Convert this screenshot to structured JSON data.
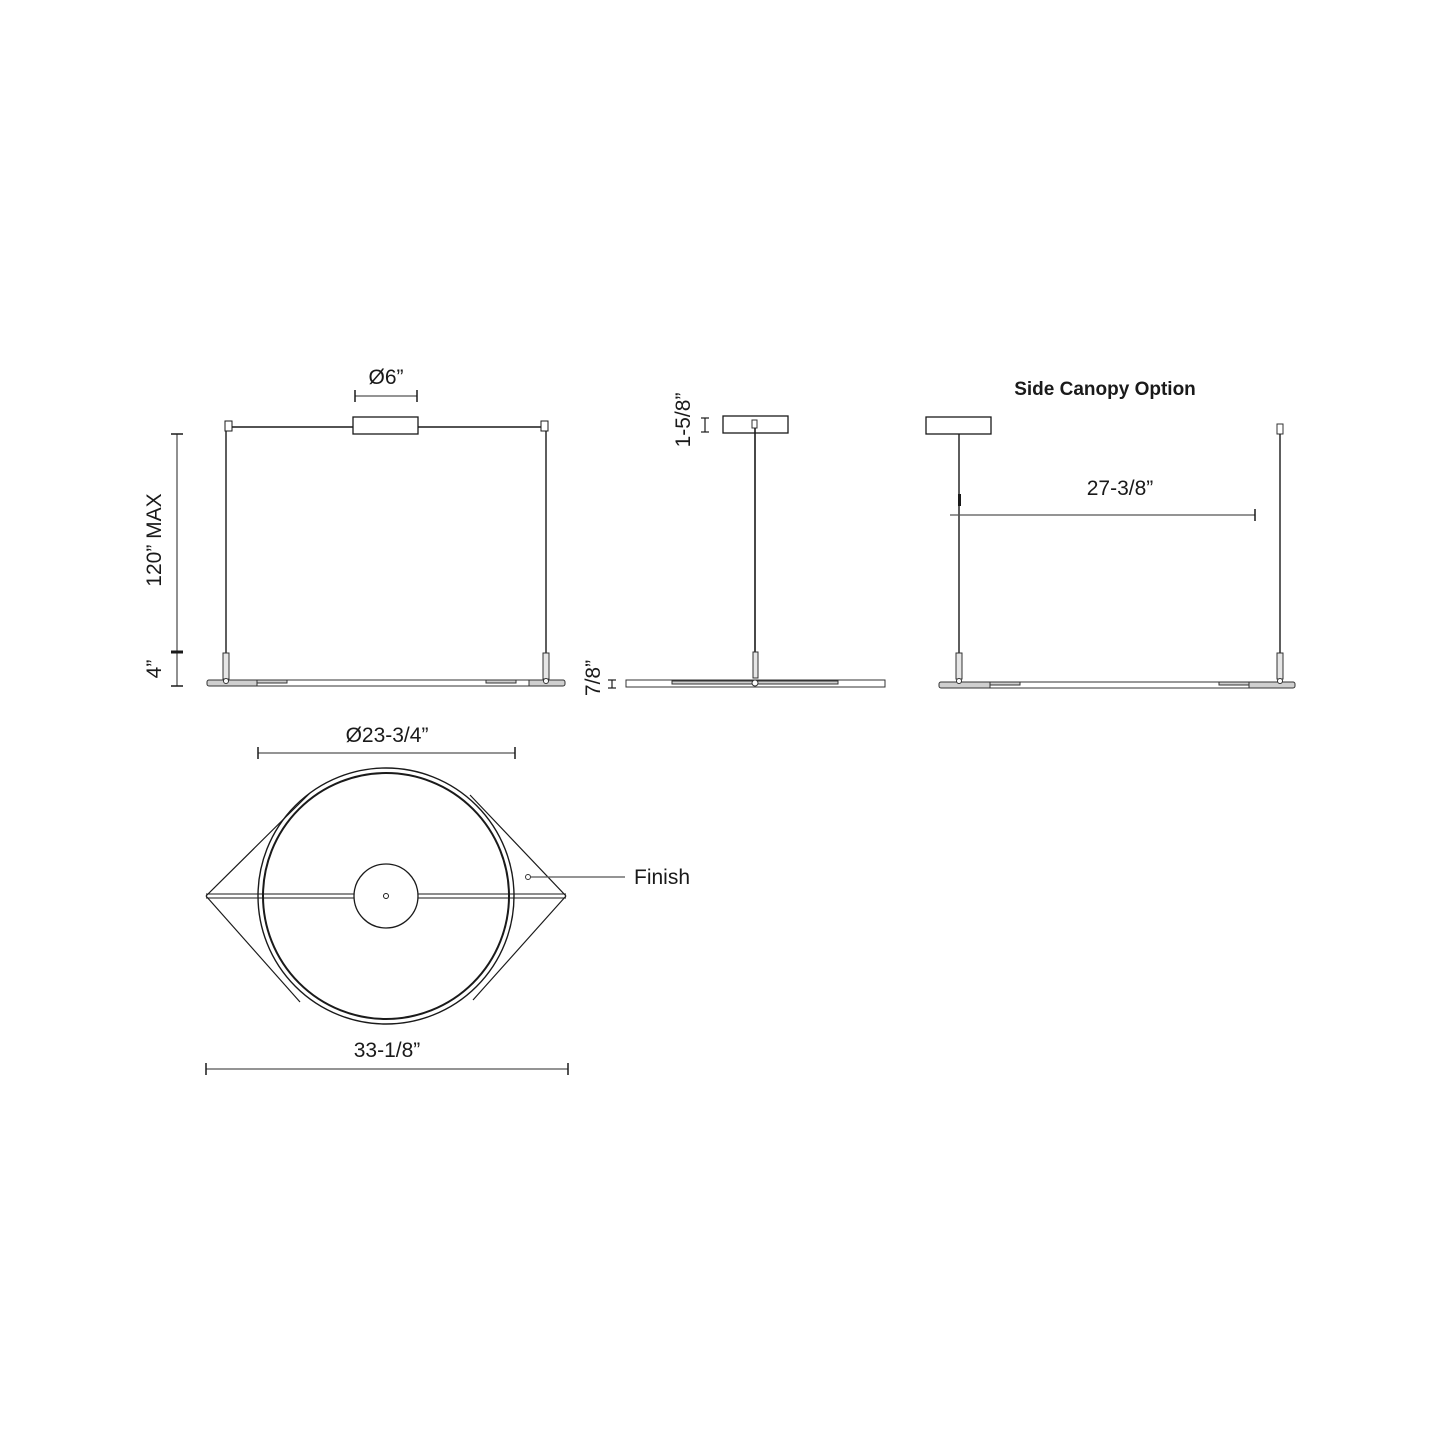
{
  "diagram": {
    "type": "product dimension drawing",
    "views": {
      "front": {
        "canopy_diameter": "Ø6”",
        "max_height": "120” MAX",
        "fixture_height": "4”"
      },
      "side": {
        "canopy_height": "1-5/8”",
        "bar_height": "7/8”"
      },
      "side_canopy": {
        "title": "Side Canopy Option",
        "span": "27-3/8”"
      },
      "top": {
        "ring_diameter": "Ø23-3/4”",
        "overall_width": "33-1/8”",
        "finish_callout": "Finish"
      }
    },
    "colors": {
      "line": "#1a1a1a",
      "dimension_line": "#555555",
      "bar_fill": "#cfcfcf",
      "background": "#ffffff"
    }
  }
}
